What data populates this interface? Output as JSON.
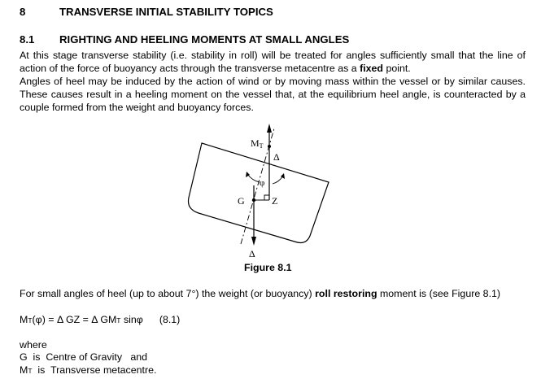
{
  "section": {
    "number": "8",
    "title": "TRANSVERSE INITIAL STABILITY TOPICS"
  },
  "subsection": {
    "number": "8.1",
    "title": "RIGHTING AND HEELING MOMENTS AT SMALL ANGLES"
  },
  "para1": {
    "text": "At this stage transverse stability (i.e. stability in roll) will be treated for angles sufficiently small that the line of action of the force of buoyancy acts through the transverse metacentre as a ",
    "bold": "fixed",
    "tail": " point."
  },
  "para2": {
    "text": "Angles of heel may be induced by the action of wind or by moving mass within the vessel or by similar causes.  These causes result in a heeling moment on the vessel that, at the equilibrium heel angle, is counteracted by a couple formed from the weight and buoyancy forces."
  },
  "figure": {
    "labels": {
      "mt_main": "M",
      "mt_sub": "T",
      "delta_top": "Δ",
      "phi": "φ",
      "g": "G",
      "z": "Z",
      "delta_bottom": "Δ"
    },
    "caption": "Figure  8.1"
  },
  "para3": {
    "text": "For small angles of heel (up to about 7°) the weight (or buoyancy) ",
    "bold": "roll restoring",
    "tail": " moment is (see Figure 8.1)"
  },
  "equation": {
    "lhs_main": "M",
    "lhs_sub": "T",
    "rest": "(φ)  =  Δ  GZ  =  Δ  GM",
    "rest_sub": "T",
    "tail": " sinφ",
    "number": "(8.1)"
  },
  "where": {
    "label": "where",
    "items": [
      {
        "symbol": "G",
        "sub": "",
        "text": "  is  Centre of Gravity   and"
      },
      {
        "symbol": "M",
        "sub": "T",
        "text": "  is  Transverse metacentre."
      }
    ]
  }
}
